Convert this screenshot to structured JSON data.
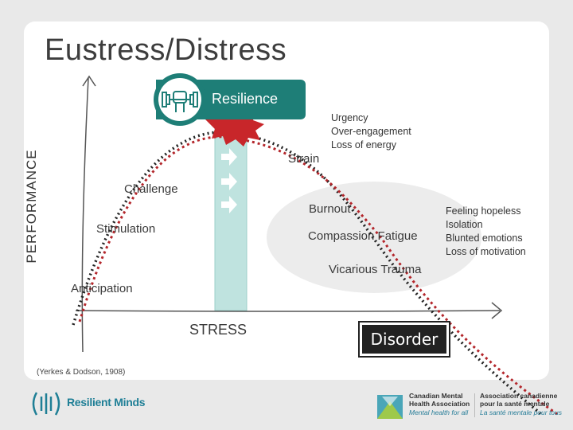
{
  "title": "Eustress/Distress",
  "y_axis_label": "PERFORMANCE",
  "resilience_label": "Resilience",
  "labels": {
    "strain": "Strain",
    "challenge": "Challenge",
    "stimulation": "Stimulation",
    "anticipation": "Anticipation",
    "burnout": "Burnout",
    "compassion_fatigue": "Compassion Fatigue",
    "vicarious_trauma": "Vicarious Trauma",
    "stress": "STRESS",
    "disorder": "Disorder"
  },
  "strain_notes": [
    "Urgency",
    "Over-engagement",
    "Loss of energy"
  ],
  "disorder_notes": [
    "Feeling hopeless",
    "Isolation",
    "Blunted emotions",
    "Loss of motivation"
  ],
  "citation": "(Yerkes & Dodson, 1908)",
  "logos": {
    "resilient_minds": "Resilient Minds",
    "cmha_en": [
      "Canadian Mental",
      "Health Association"
    ],
    "cmha_en_tagline": "Mental health for all",
    "cmha_fr": [
      "Association canadienne",
      "pour la santé mentale"
    ],
    "cmha_fr_tagline": "La santé mentale pour tous"
  },
  "colors": {
    "teal": "#1e7e77",
    "stress_bar": "#bfe3df",
    "curve_red": "#b3262b",
    "curve_black": "#222222",
    "burst_red": "#c8262a",
    "zone_gray": "#ececec"
  },
  "icons": [
    "dumbbell-fist-icon",
    "arrow-right-icon",
    "starburst-icon",
    "resilient-minds-logo-icon",
    "cmha-logo-icon"
  ]
}
